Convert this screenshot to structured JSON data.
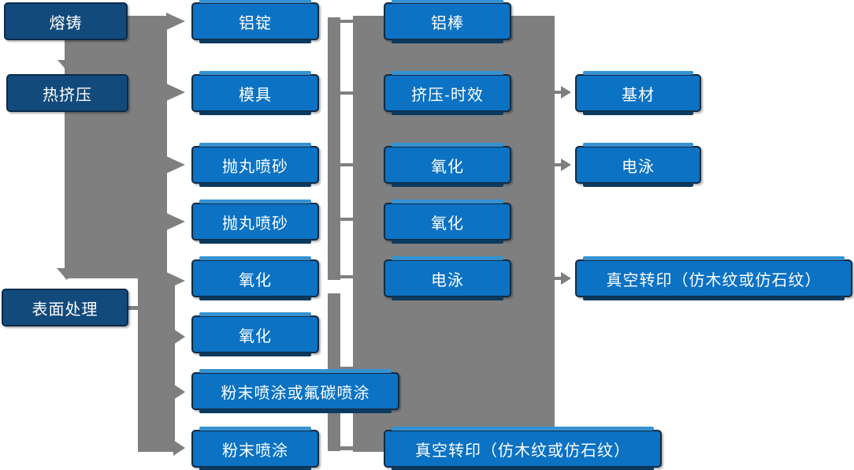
{
  "diagram": {
    "type": "flowchart",
    "language": "zh-CN",
    "columns": [
      {
        "name": "stage-column",
        "nodes": [
          "熔铸",
          "热挤压",
          "表面处理"
        ]
      },
      {
        "name": "prep-column",
        "nodes": [
          "铝锭",
          "模具",
          "抛丸喷砂",
          "抛丸喷砂",
          "氧化",
          "氧化",
          "粉末喷涂或氟碳喷涂",
          "粉末喷涂"
        ]
      },
      {
        "name": "mid-column",
        "nodes": [
          "铝棒",
          "挤压-时效",
          "氧化",
          "氧化",
          "电泳",
          "真空转印（仿木纹或仿石纹）"
        ]
      },
      {
        "name": "output-column",
        "nodes": [
          "基材",
          "电泳",
          "真空转印（仿木纹或仿石纹）"
        ]
      }
    ],
    "edges": [
      {
        "from": "熔铸",
        "to": "铝锭"
      },
      {
        "from": "熔铸",
        "to": "热挤压"
      },
      {
        "from": "热挤压",
        "to": "模具"
      },
      {
        "from": "热挤压",
        "to": "抛丸喷砂"
      },
      {
        "from": "热挤压",
        "to": "氧化"
      },
      {
        "from": "热挤压",
        "to": "表面处理"
      },
      {
        "from": "表面处理",
        "to": "氧化"
      },
      {
        "from": "表面处理",
        "to": "粉末喷涂或氟碳喷涂"
      },
      {
        "from": "表面处理",
        "to": "粉末喷涂"
      },
      {
        "from": "挤压-时效",
        "to": "基材"
      },
      {
        "from": "氧化",
        "to": "电泳"
      },
      {
        "from": "电泳",
        "to": "真空转印（仿木纹或仿石纹）"
      },
      {
        "from": "粉末喷涂",
        "to": "真空转印（仿木纹或仿石纹）"
      }
    ],
    "colors": {
      "node_fill_blue": "#0b72c4",
      "node_fill_navy": "#134a7c",
      "node_border": "#16293f",
      "node_highlight": "#3592d2",
      "node_shadow": "#0a3a5f",
      "connector_gray": "#7f7f7f",
      "text": "#ffffff",
      "background": "#ffffff"
    }
  }
}
